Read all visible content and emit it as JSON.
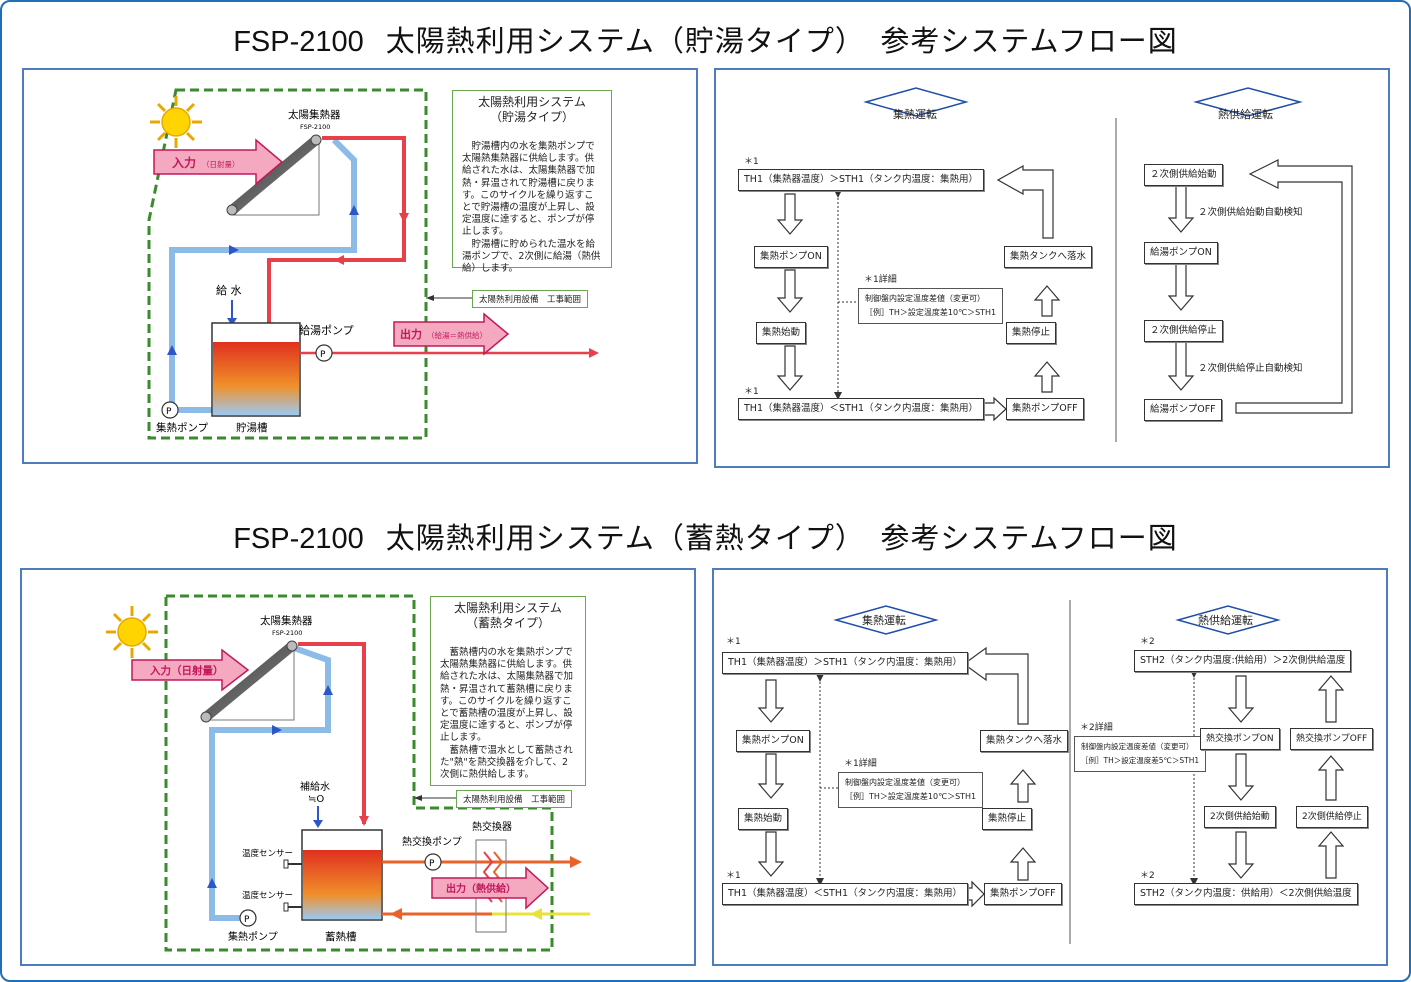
{
  "sections": {
    "storage": {
      "title_model": "FSP-2100",
      "title_text": "太陽熱利用システム（貯湯タイプ）　参考システムフロー図",
      "diagram": {
        "collector_label": "太陽集熱器",
        "collector_sub": "FSP-2100",
        "input_label": "入力",
        "input_sub": "（日射量）",
        "water_supply": "給 水",
        "supply_pump": "給湯ポンプ",
        "output_label": "出力",
        "output_sub": "（給湯＝熱供給）",
        "collector_pump": "集熱ポンプ",
        "tank": "貯湯槽",
        "pump_symbol": "P",
        "scope": "太陽熱利用設備　工事範囲",
        "desc_title1": "太陽熱利用システム",
        "desc_title2": "（貯湯タイプ）",
        "desc_p1": "貯湯槽内の水を集熱ポンプで太陽熱集熱器に供給します。供給された水は、太陽集熱器で加熱・昇温されて貯湯槽に戻ります。このサイクルを繰り返すことで貯湯槽の温度が上昇し、設定温度に達すると、ポンプが停止します。",
        "desc_p2": "貯湯槽に貯められた温水を給湯ポンプで、2次側に給湯（熱供給）します。"
      },
      "flow": {
        "left_title": "集熱運転",
        "right_title": "熱供給運転",
        "star1": "＊1",
        "cond_top": "TH1（集熱器温度）＞STH1（タンク内温度：集熱用）",
        "pump_on": "集熱ポンプON",
        "start": "集熱始動",
        "cond_bottom": "TH1（集熱器温度）＜STH1（タンク内温度：集熱用）",
        "pump_off": "集熱ポンプOFF",
        "stop": "集熱停止",
        "drain": "集熱タンクへ落水",
        "detail_title": "＊1詳細",
        "detail_l1": "制御盤内設定温度差値（変更可）",
        "detail_l2": "［例］TH＞設定温度差10℃＞STH1",
        "r_start": "２次側供給始動",
        "r_auto_start": "２次側供給始動自動検知",
        "r_pump_on": "給湯ポンプON",
        "r_stop": "２次側供給停止",
        "r_auto_stop": "２次側供給停止自動検知",
        "r_pump_off": "給湯ポンプOFF"
      }
    },
    "thermal": {
      "title_model": "FSP-2100",
      "title_text": "太陽熱利用システム（蓄熱タイプ）　参考システムフロー図",
      "diagram": {
        "collector_label": "太陽集熱器",
        "collector_sub": "FSP-2100",
        "input_label": "入力（日射量）",
        "makeup_water": "補給水",
        "makeup_sub": "≒O",
        "hx_pump": "熱交換ポンプ",
        "hx": "熱交換器",
        "sensor1": "温度センサー",
        "sensor2": "温度センサー",
        "output_label": "出力（熱供給）",
        "collector_pump": "集熱ポンプ",
        "tank": "蓄熱槽",
        "pump_symbol": "P",
        "scope": "太陽熱利用設備　工事範囲",
        "desc_title1": "太陽熱利用システム",
        "desc_title2": "（蓄熱タイプ）",
        "desc_p1": "蓄熱槽内の水を集熱ポンプで太陽熱集熱器に供給します。供給された水は、太陽集熱器で加熱・昇温されて蓄熱槽に戻ります。このサイクルを繰り返すことで蓄熱槽の温度が上昇し、設定温度に達すると、ポンプが停止します。",
        "desc_p2": "蓄熱槽で温水として蓄熱された\"熱\"を熱交換器を介して、2次側に熱供給します。"
      },
      "flow": {
        "left_title": "集熱運転",
        "right_title": "熱供給運転",
        "star1": "＊1",
        "star2": "＊2",
        "cond_top": "TH1（集熱器温度）＞STH1（タンク内温度：集熱用）",
        "pump_on": "集熱ポンプON",
        "start": "集熱始動",
        "cond_bottom": "TH1（集熱器温度）＜STH1（タンク内温度：集熱用）",
        "pump_off": "集熱ポンプOFF",
        "stop": "集熱停止",
        "drain": "集熱タンクへ落水",
        "detail_title": "＊1詳細",
        "detail_l1": "制御盤内設定温度差値（変更可）",
        "detail_l2": "［例］TH＞設定温度差10℃＞STH1",
        "detail2_title": "＊2詳細",
        "detail2_l1": "制御盤内設定温度差値（変更可）",
        "detail2_l2": "［例］TH＞設定温度差5℃＞STH1",
        "r_cond_top": "STH2（タンク内温度:供給用）＞2次側供給温度",
        "r_hx_on": "熱交換ポンプON",
        "r_hx_off": "熱交換ポンプOFF",
        "r_start": "2次側供給始動",
        "r_stop": "2次側供給停止",
        "r_cond_bottom": "STH2（タンク内温度：供給用）＜2次側供給温度"
      }
    }
  },
  "colors": {
    "frame": "#1f6fb8",
    "panel_border": "#4d7dbf",
    "hot_pipe": "#e8404a",
    "cold_pipe": "#8dbbe8",
    "scope_dash": "#3a8a2e",
    "arrow_fill": "#f4a9c0",
    "arrow_stroke": "#c2185b",
    "supply_yellow": "#e8e23a",
    "supply_orange": "#e8622a"
  }
}
